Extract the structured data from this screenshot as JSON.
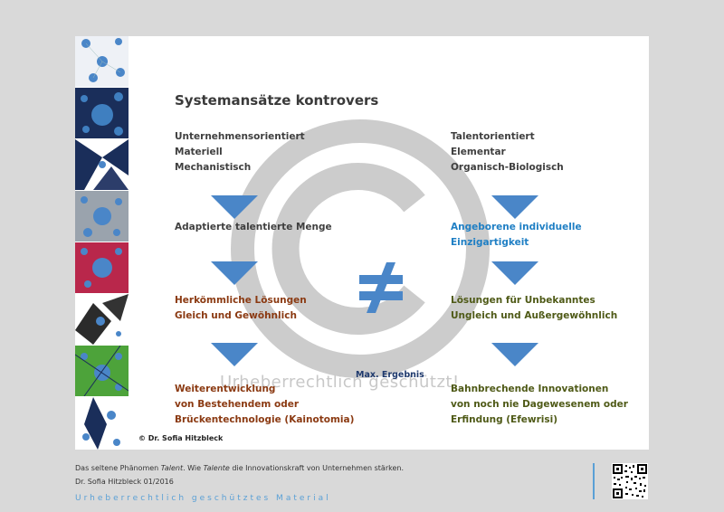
{
  "slide": {
    "title": "Systemansätze kontrovers",
    "left_header": "Unternehmensorientiert\nMateriell\nMechanistisch",
    "right_header": "Talentorientiert\nElementar\nOrganisch-Biologisch",
    "left_row2": "Adaptierte talentierte Menge",
    "right_row2": "Angeborene individuelle\nEinzigartigkeit",
    "left_row3": "Herkömmliche Lösungen\nGleich und Gewöhnlich",
    "right_row3": "Lösungen für Unbekanntes\nUngleich und Außergewöhnlich",
    "center_label": "Max. Ergebnis",
    "left_row4": "Weiterentwicklung\nvon Bestehendem oder\nBrückentechnologie (Kainotomia)",
    "right_row4": "Bahnbrechende Innovationen\nvon noch nie Dagewesenem oder\nErfindung (Efewrisi)",
    "watermark": "Urheberrechtlich geschützt!",
    "copyright": "© Dr. Sofia Hitzbleck"
  },
  "footer": {
    "line1_pre": "Das seltene Phänomen ",
    "line1_em1": "Talent",
    "line1_mid": ". Wie ",
    "line1_em2": "Talente",
    "line1_post": " die Innovationskraft von Unternehmen stärken.",
    "line2": "Dr. Sofia Hitzbleck 01/2016",
    "watermark": "Urheberrechtlich geschütztes Material"
  },
  "colors": {
    "arrow_blue": "#4a86c8",
    "accent_blue": "#1f7fc4",
    "brown": "#8b3a12",
    "green": "#4f5a17"
  }
}
